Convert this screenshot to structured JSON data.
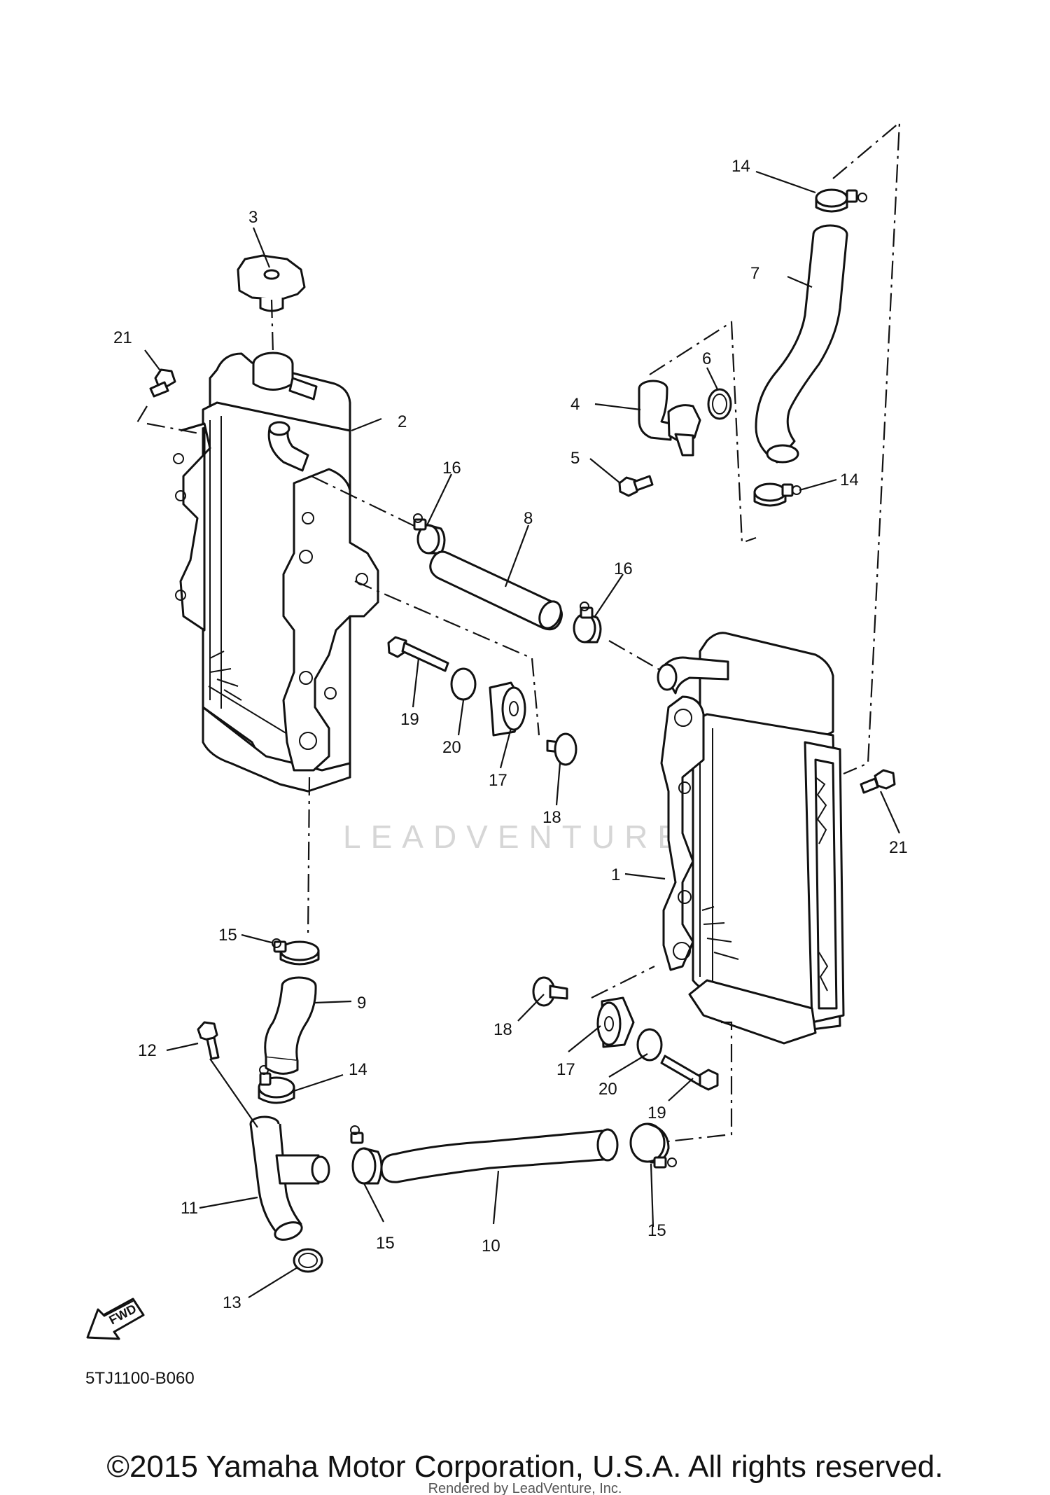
{
  "diagram": {
    "code": "5TJ1100-B060",
    "fwd_label": "FWD",
    "watermark": "LEADVENTURE"
  },
  "callouts": [
    {
      "id": "c1",
      "text": "1"
    },
    {
      "id": "c2",
      "text": "2"
    },
    {
      "id": "c3",
      "text": "3"
    },
    {
      "id": "c4",
      "text": "4"
    },
    {
      "id": "c5",
      "text": "5"
    },
    {
      "id": "c6",
      "text": "6"
    },
    {
      "id": "c7",
      "text": "7"
    },
    {
      "id": "c8",
      "text": "8"
    },
    {
      "id": "c9",
      "text": "9"
    },
    {
      "id": "c10",
      "text": "10"
    },
    {
      "id": "c11",
      "text": "11"
    },
    {
      "id": "c12",
      "text": "12"
    },
    {
      "id": "c13",
      "text": "13"
    },
    {
      "id": "c14a",
      "text": "14"
    },
    {
      "id": "c14b",
      "text": "14"
    },
    {
      "id": "c14c",
      "text": "14"
    },
    {
      "id": "c15a",
      "text": "15"
    },
    {
      "id": "c15b",
      "text": "15"
    },
    {
      "id": "c15c",
      "text": "15"
    },
    {
      "id": "c16a",
      "text": "16"
    },
    {
      "id": "c16b",
      "text": "16"
    },
    {
      "id": "c17a",
      "text": "17"
    },
    {
      "id": "c17b",
      "text": "17"
    },
    {
      "id": "c18a",
      "text": "18"
    },
    {
      "id": "c18b",
      "text": "18"
    },
    {
      "id": "c19a",
      "text": "19"
    },
    {
      "id": "c19b",
      "text": "19"
    },
    {
      "id": "c20a",
      "text": "20"
    },
    {
      "id": "c20b",
      "text": "20"
    },
    {
      "id": "c21a",
      "text": "21"
    },
    {
      "id": "c21b",
      "text": "21"
    }
  ],
  "footer": {
    "copyright": "©2015 Yamaha Motor Corporation, U.S.A. All rights reserved.",
    "rendered_by": "Rendered by LeadVenture, Inc."
  }
}
